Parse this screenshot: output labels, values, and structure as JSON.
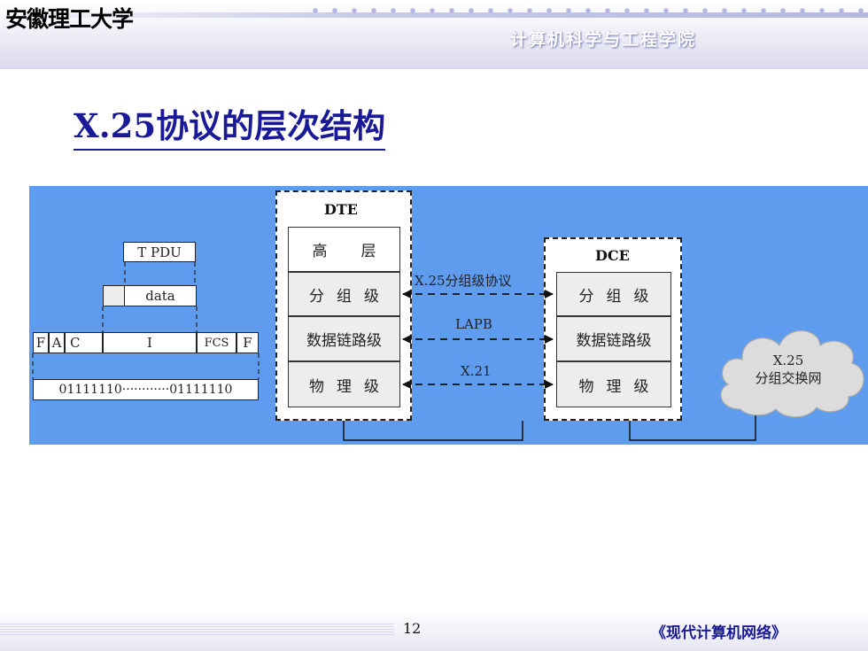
{
  "header": {
    "university": "安徽理工大学",
    "department": "计算机科学与工程学院"
  },
  "title": "X.25协议的层次结构",
  "diagram": {
    "tpdu": "T PDU",
    "data": "data",
    "frame_fields": [
      "F",
      "A",
      "C",
      "I",
      "FCS",
      "F"
    ],
    "bits": "01111110············01111110",
    "dte": {
      "label": "DTE",
      "layers": [
        "高层",
        "分组级",
        "数据链路级",
        "物理级"
      ]
    },
    "dce": {
      "label": "DCE",
      "layers": [
        "分组级",
        "数据链路级",
        "物理级"
      ]
    },
    "links": [
      "X.25分组级协议",
      "LAPB",
      "X.21"
    ],
    "network": [
      "X.25",
      "分组交换网"
    ]
  },
  "footer": {
    "page": "12",
    "book": "《现代计算机网络》"
  },
  "colors": {
    "panel": "#5f9cee",
    "title": "#1a1a99"
  }
}
